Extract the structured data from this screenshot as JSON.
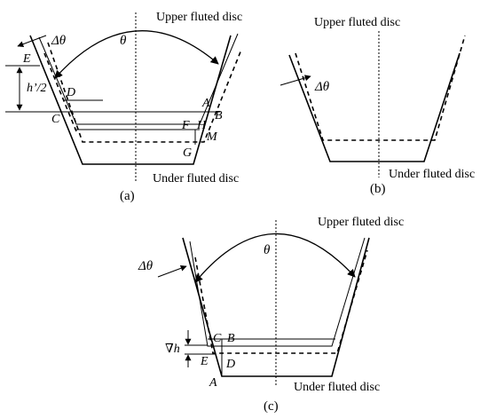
{
  "panel_a": {
    "caption": "(a)",
    "upper_label": "Upper fluted disc",
    "under_label": "Under fluted disc",
    "theta": "θ",
    "delta_theta": "Δθ",
    "h_half": "h’/2",
    "points": {
      "E": "E",
      "D": "D",
      "C": "C",
      "A": "A",
      "B": "B",
      "F": "F",
      "H": "H",
      "M": "M",
      "G": "G"
    }
  },
  "panel_b": {
    "caption": "(b)",
    "upper_label": "Upper fluted disc",
    "under_label": "Under fluted disc",
    "delta_theta": "Δθ"
  },
  "panel_c": {
    "caption": "(c)",
    "upper_label": "Upper fluted disc",
    "under_label": "Under fluted disc",
    "theta": "θ",
    "delta_theta": "Δθ",
    "nabla_h": "∇h",
    "points": {
      "C": "C",
      "B": "B",
      "E": "E",
      "D": "D",
      "A": "A"
    }
  }
}
